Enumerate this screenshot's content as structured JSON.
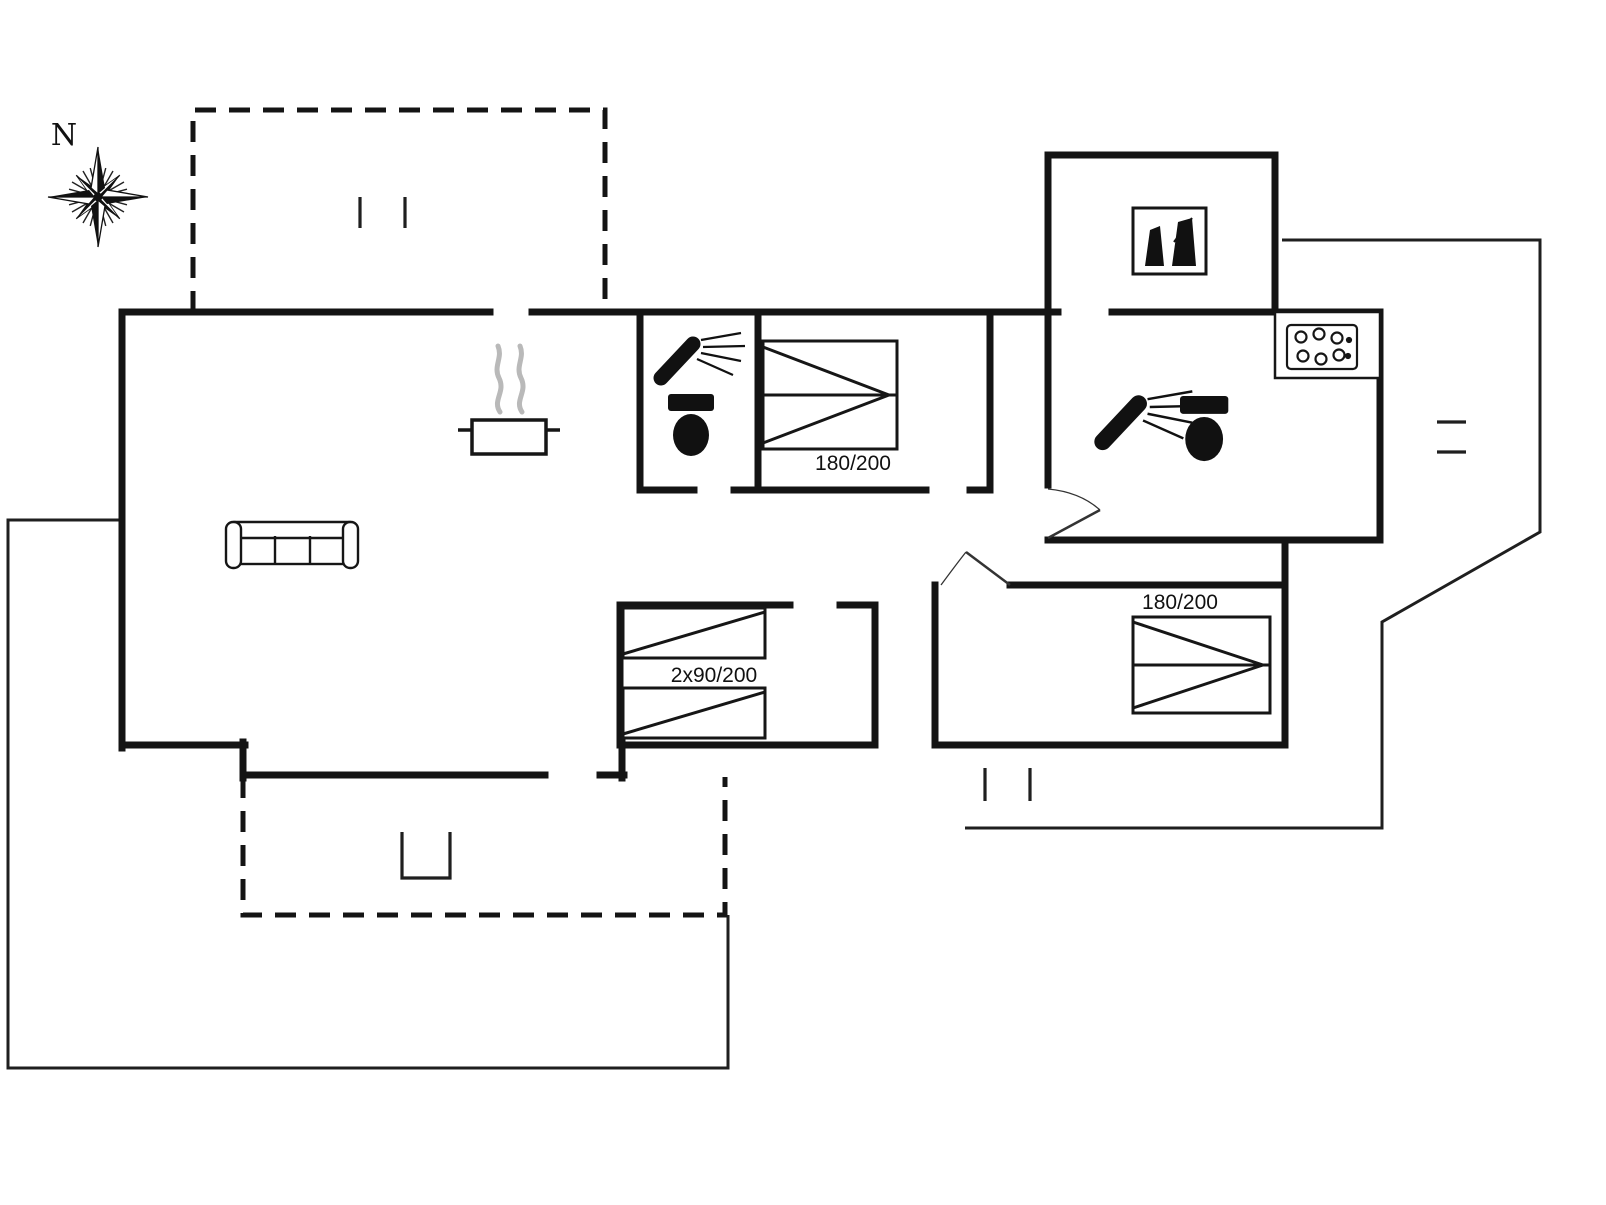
{
  "compass": {
    "label": "N"
  },
  "rooms": {
    "bedroom_middle": {
      "bed_size": "180/200"
    },
    "bedroom_right": {
      "bed_size": "180/200"
    },
    "bedroom_bunk": {
      "bed_size": "2x90/200"
    }
  },
  "colors": {
    "wall": "#141414",
    "thin_line": "#1f1f1f",
    "dashed_line": "#141414",
    "steam": "#b9b9b9",
    "background": "#ffffff"
  }
}
